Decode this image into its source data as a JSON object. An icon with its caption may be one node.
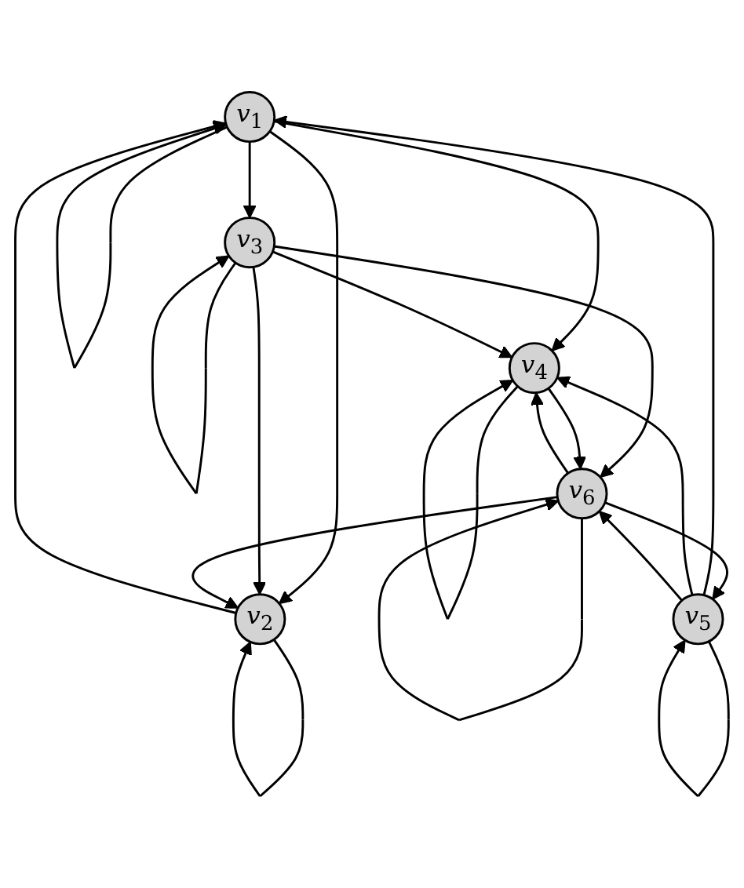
{
  "diagram": {
    "nodes": [
      {
        "text": [
          "v$_{1}$"
        ]
      },
      {
        "text": [
          "v$_{2}$"
        ]
      },
      {
        "text": [
          "v$_{3}$"
        ]
      },
      {
        "text": [
          "v$_{4}$"
        ]
      },
      {
        "text": [
          "v$_{5}$"
        ]
      },
      {
        "text": [
          "v$_{6}$"
        ]
      }
    ],
    "edges": [
      {
        "from": 1,
        "to": 1,
        "arrow": "to"
      },
      {
        "from": 0,
        "to": 0,
        "arrow": "to"
      },
      {
        "from": 2,
        "to": 2,
        "arrow": "to"
      },
      {
        "from": 0,
        "to": 1,
        "arrow": "to"
      },
      {
        "from": 1,
        "to": 0,
        "arrow": "to"
      },
      {
        "from": 2,
        "to": 1,
        "arrow": "to"
      },
      {
        "from": 0,
        "to": 2,
        "arrow": "to"
      },
      {
        "from": 4,
        "to": 0,
        "arrow": "to"
      },
      {
        "from": 0,
        "to": 3,
        "arrow": "to"
      },
      {
        "from": 2,
        "to": 3,
        "arrow": "to"
      },
      {
        "from": 2,
        "to": 5,
        "arrow": "to"
      },
      {
        "from": 5,
        "to": 1,
        "arrow": "to"
      },
      {
        "from": 3,
        "to": 3,
        "arrow": "to"
      },
      {
        "from": 4,
        "to": 4,
        "arrow": "to"
      },
      {
        "from": 4,
        "to": 3,
        "arrow": "to"
      },
      {
        "from": 3,
        "to": 5,
        "arrow": "to"
      },
      {
        "from": 5,
        "to": 3,
        "arrow": "to"
      },
      {
        "from": 5,
        "to": 4,
        "arrow": "to"
      },
      {
        "from": 4,
        "to": 5,
        "arrow": "to"
      },
      {
        "from": 5,
        "to": 5,
        "arrow": "to"
      }
    ]
  }
}
